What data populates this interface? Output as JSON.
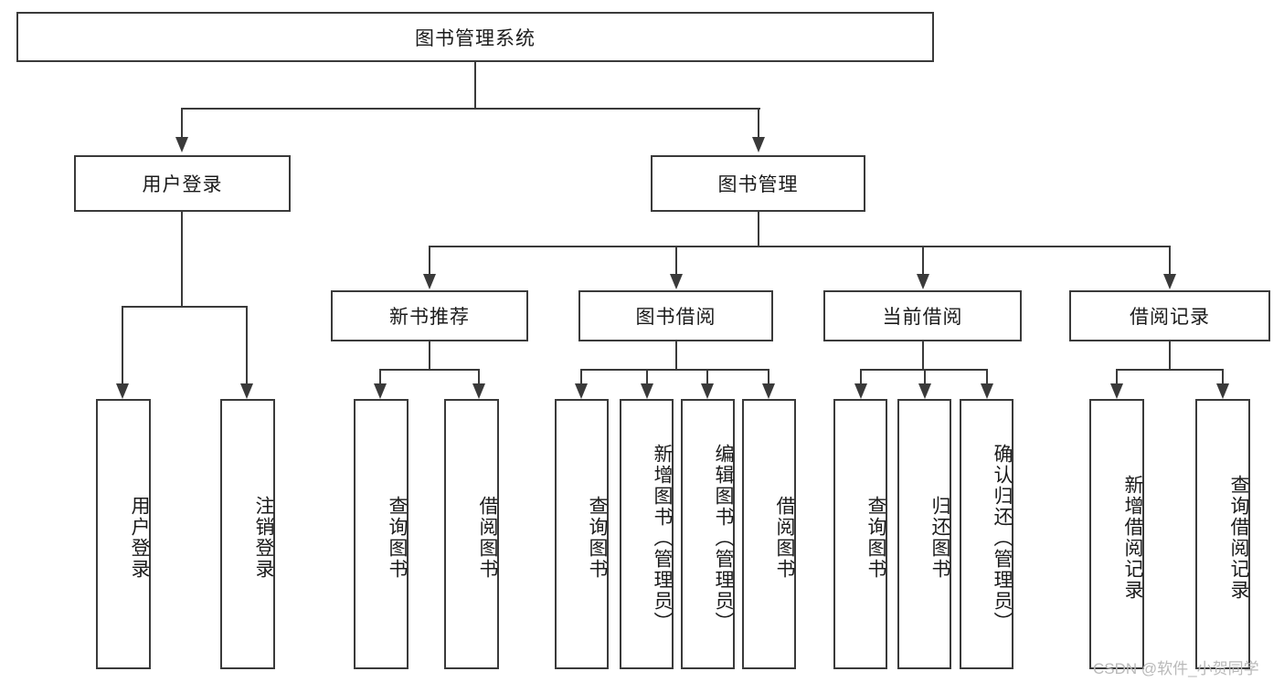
{
  "diagram": {
    "type": "tree-hierarchy-flowchart",
    "title": "图书管理系统",
    "root": {
      "id": "root",
      "label": "图书管理系统",
      "orientation": "horizontal"
    },
    "level2": [
      {
        "id": "user-login",
        "label": "用户登录",
        "orientation": "horizontal"
      },
      {
        "id": "book-management",
        "label": "图书管理",
        "orientation": "horizontal"
      }
    ],
    "level3": [
      {
        "id": "new-book-recommend",
        "label": "新书推荐",
        "orientation": "horizontal",
        "parent": "book-management"
      },
      {
        "id": "book-borrow",
        "label": "图书借阅",
        "orientation": "horizontal",
        "parent": "book-management"
      },
      {
        "id": "current-borrow",
        "label": "当前借阅",
        "orientation": "horizontal",
        "parent": "book-management"
      },
      {
        "id": "borrow-record",
        "label": "借阅记录",
        "orientation": "horizontal",
        "parent": "book-management"
      }
    ],
    "leaves": [
      {
        "id": "leaf-user-login",
        "label": "用户登录",
        "parent": "user-login",
        "orientation": "vertical"
      },
      {
        "id": "leaf-user-logout",
        "label": "注销登录",
        "parent": "user-login",
        "orientation": "vertical"
      },
      {
        "id": "leaf-query-book-1",
        "label": "查询图书",
        "parent": "new-book-recommend",
        "orientation": "vertical"
      },
      {
        "id": "leaf-borrow-book-1",
        "label": "借阅图书",
        "parent": "new-book-recommend",
        "orientation": "vertical"
      },
      {
        "id": "leaf-query-book-2",
        "label": "查询图书",
        "parent": "book-borrow",
        "orientation": "vertical"
      },
      {
        "id": "leaf-add-book",
        "label": "新增图书（管理员）",
        "parent": "book-borrow",
        "orientation": "vertical"
      },
      {
        "id": "leaf-edit-book",
        "label": "编辑图书（管理员）",
        "parent": "book-borrow",
        "orientation": "vertical"
      },
      {
        "id": "leaf-borrow-book-2",
        "label": "借阅图书",
        "parent": "book-borrow",
        "orientation": "vertical"
      },
      {
        "id": "leaf-query-book-3",
        "label": "查询图书",
        "parent": "current-borrow",
        "orientation": "vertical"
      },
      {
        "id": "leaf-return-book",
        "label": "归还图书",
        "parent": "current-borrow",
        "orientation": "vertical"
      },
      {
        "id": "leaf-confirm-return",
        "label": "确认归还（管理员）",
        "parent": "current-borrow",
        "orientation": "vertical"
      },
      {
        "id": "leaf-add-record",
        "label": "新增借阅记录",
        "parent": "borrow-record",
        "orientation": "vertical"
      },
      {
        "id": "leaf-query-record",
        "label": "查询借阅记录",
        "parent": "borrow-record",
        "orientation": "vertical"
      }
    ],
    "watermark": "CSDN @软件_小贺同学",
    "colors": {
      "stroke": "#3a3a3a",
      "fill": "#ffffff",
      "text": "#1b1b1b",
      "watermark": "#b9b9b9"
    }
  }
}
